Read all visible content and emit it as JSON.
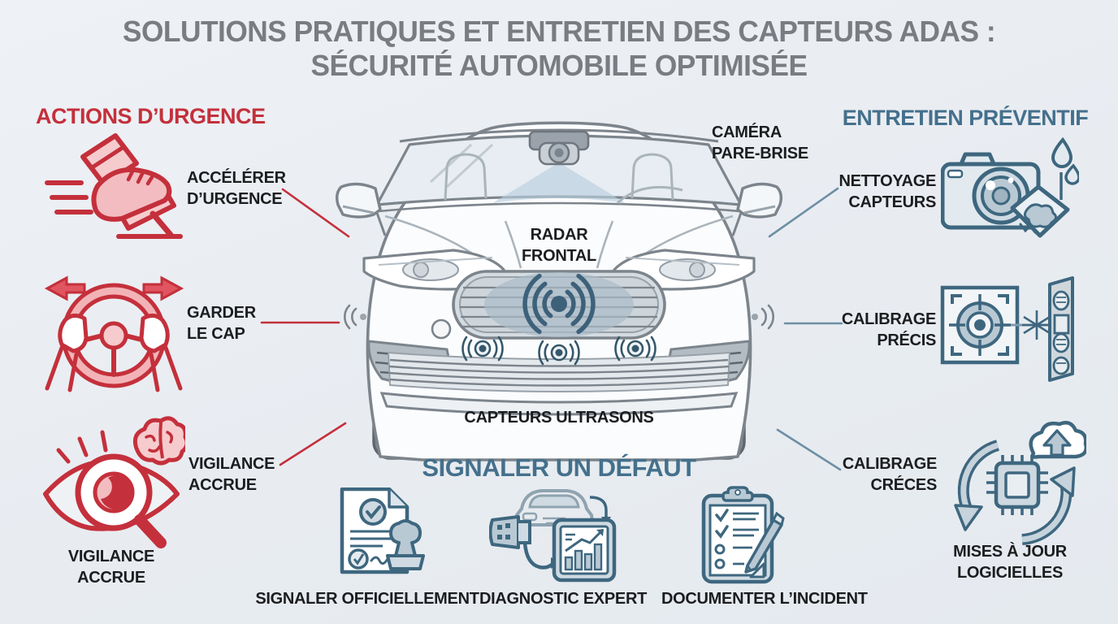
{
  "title": {
    "line1": "SOLUTIONS PRATIQUES ET ENTRETIEN DES CAPTEURS ADAS :",
    "line2": "SÉCURITÉ AUTOMOBILE OPTIMISÉE"
  },
  "colors": {
    "background": "#e9edf1",
    "accent_red": "#c4303b",
    "accent_blue": "#44708c",
    "icon_blue_stroke": "#3e677f",
    "text_dark": "#1c1d1f",
    "title_gray": "#797d81",
    "car_line_gray": "#7c848c",
    "radar_blue": "#3e617a"
  },
  "left": {
    "header": "ACTIONS D’URGENCE",
    "items": [
      {
        "icon": "brake-pedal-icon",
        "label": "ACCÉLÉRER\nD’URGENCE"
      },
      {
        "icon": "steering-wheel-hands-icon",
        "label": "GARDER\nLE CAP"
      },
      {
        "icon": "vigilance-eye-magnifier-brain-icon",
        "label": "VIGILANCE\nACCRUE"
      }
    ],
    "caption": "VIGILANCE\nACCRUE"
  },
  "right": {
    "header": "ENTRETIEN PRÉVENTIF",
    "items": [
      {
        "icon": "sensor-cleaning-camera-icon",
        "label": "NETTOYAGE\nCAPTEURS"
      },
      {
        "icon": "calibration-target-icon",
        "label": "CALIBRAGE\nPRÉCIS"
      },
      {
        "icon": "software-update-chip-cloud-icon",
        "label": "CALIBRAGE\nCRÉCES"
      }
    ],
    "caption": "MISES À JOUR\nLOGICIELLES"
  },
  "car": {
    "camera_label": "CAMÉRA\nPARE-BRISE",
    "radar_label": "RADAR\nFRONTAL",
    "ultrasound_label": "CAPTEURS ULTRASONS",
    "icons": [
      "windshield-camera-icon",
      "front-radar-icon",
      "ultrasonic-sensor-icon"
    ]
  },
  "bottom": {
    "header": "SIGNALER UN DÉFAUT",
    "items": [
      {
        "icon": "official-report-stamp-icon",
        "label": "SIGNALER OFFICIELLEMENT"
      },
      {
        "icon": "obd-diagnostic-tablet-icon",
        "label": "DIAGNOSTIC EXPERT"
      },
      {
        "icon": "incident-clipboard-pen-icon",
        "label": "DOCUMENTER L’INCIDENT"
      }
    ]
  }
}
